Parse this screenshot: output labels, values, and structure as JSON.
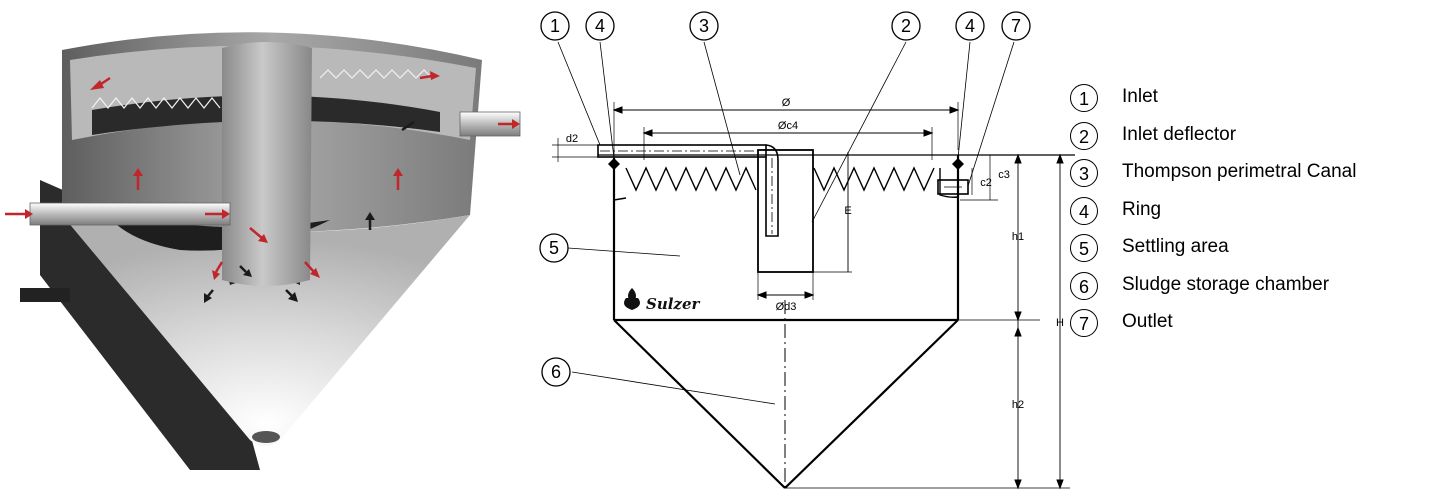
{
  "callouts": [
    "1",
    "4",
    "3",
    "2",
    "4",
    "7",
    "5",
    "6"
  ],
  "dimensions": {
    "dia": "Ø",
    "dia_c4": "Øc4",
    "dia_d3": "Ød3",
    "d2": "d2",
    "c2": "c2",
    "c3": "c3",
    "h1": "h1",
    "h2": "h2",
    "H": "H",
    "E": "E"
  },
  "logo_text": "Sulzer",
  "legend": [
    {
      "num": "1",
      "label": "Inlet"
    },
    {
      "num": "2",
      "label": "Inlet deflector"
    },
    {
      "num": "3",
      "label": "Thompson perimetral Canal"
    },
    {
      "num": "4",
      "label": "Ring"
    },
    {
      "num": "5",
      "label": "Settling area"
    },
    {
      "num": "6",
      "label": "Sludge storage chamber"
    },
    {
      "num": "7",
      "label": "Outlet"
    }
  ],
  "colors": {
    "arrow_red": "#c0262b",
    "arrow_dark": "#1a1a1a",
    "tank_gray": "#9a9a9a"
  }
}
